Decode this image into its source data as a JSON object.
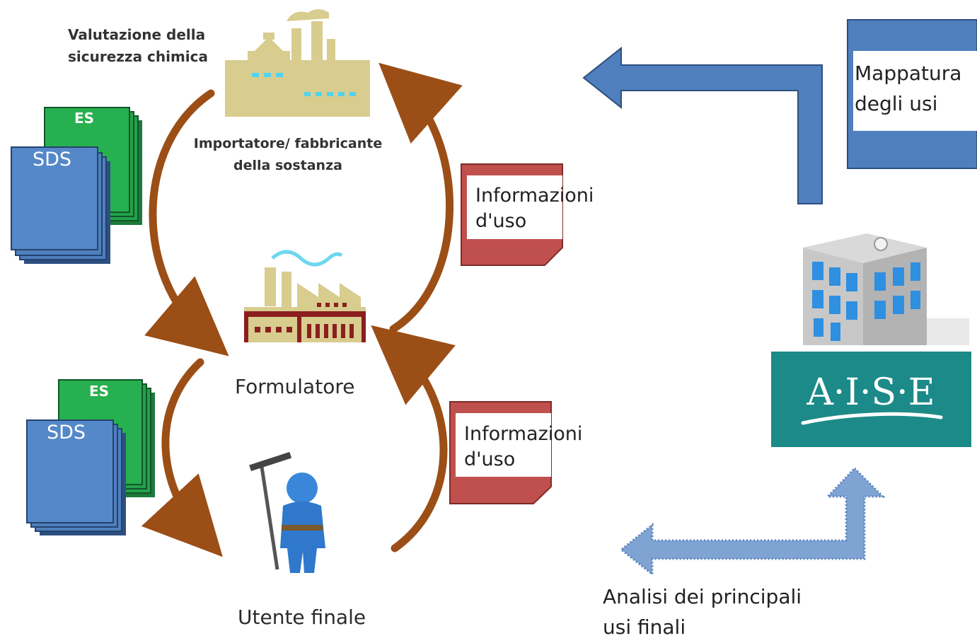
{
  "labels": {
    "assessment": [
      "Valutazione della",
      "sicurezza chimica"
    ],
    "manufacturer": [
      "Importatore/ fabbricante",
      "della sostanza"
    ],
    "formulator": "Formulatore",
    "end_user": "Utente finale",
    "analysis": [
      "Analisi dei principali",
      "usi finali"
    ]
  },
  "docs": {
    "es_label": "ES",
    "sds_label": "SDS",
    "info_use": [
      "Informazioni",
      "d'uso"
    ],
    "mapping": [
      "Mappatura",
      "degli usi"
    ]
  },
  "logo": {
    "text": "A·I·S·E"
  },
  "colors": {
    "arrow_brown": "#9b4e16",
    "doc_blue": "#4f7fbd",
    "doc_green": "#23a24a",
    "doc_red": "#c0504d",
    "big_arrow_blue": "#4f7fbd",
    "light_arrow_blue": "#7fa3d3",
    "logo_teal": "#1c8a88",
    "factory_khaki": "#d8cc8f"
  }
}
